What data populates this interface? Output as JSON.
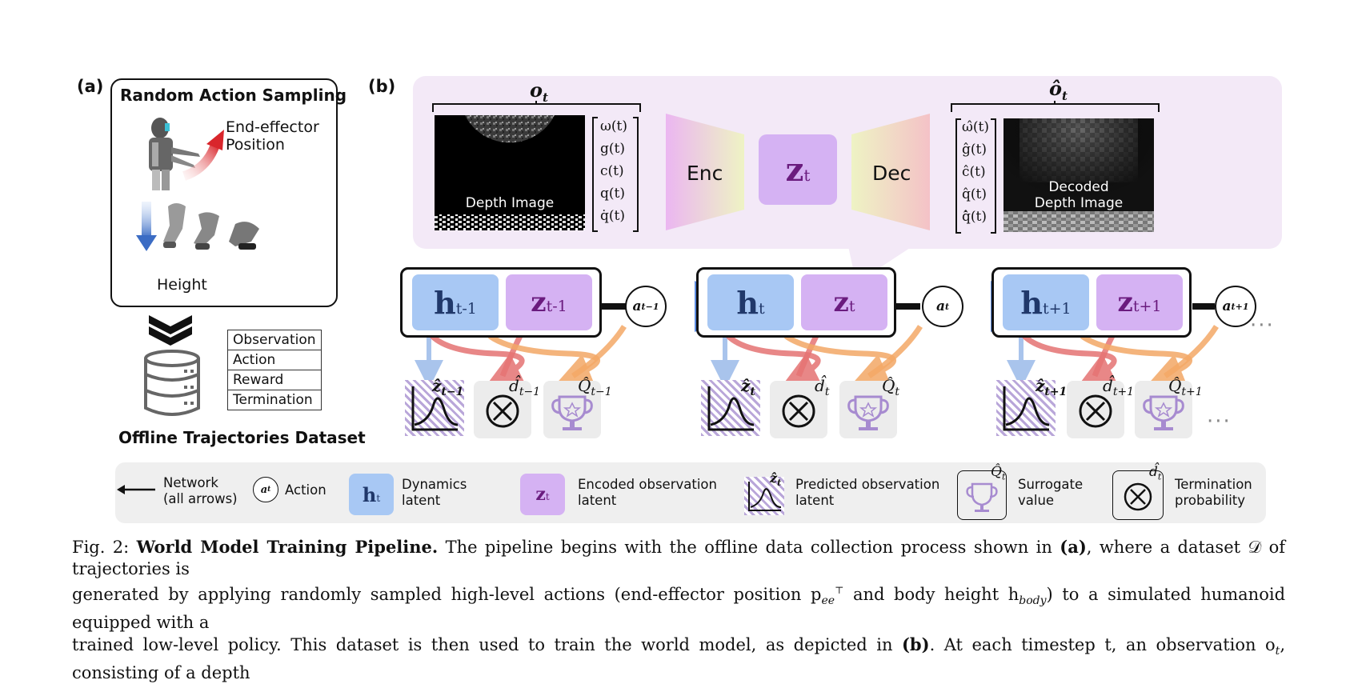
{
  "panel_a": {
    "label": "(a)",
    "title": "Random Action Sampling",
    "end_effector_label": [
      "End-effector",
      "Position"
    ],
    "height_label": "Height",
    "dataset_fields": [
      "Observation",
      "Action",
      "Reward",
      "Termination"
    ],
    "dataset_caption": "Offline Trajectories Dataset"
  },
  "panel_b": {
    "label": "(b)",
    "obs_symbol": "o",
    "obs_sub": "t",
    "obs_hat_symbol": "ô",
    "depth_image_label": "Depth Image",
    "decoded_label": [
      "Decoded",
      "Depth Image"
    ],
    "obs_vector": [
      "ω(t)",
      "g(t)",
      "c(t)",
      "q(t)",
      "q̇(t)"
    ],
    "obs_hat_vector": [
      "ω̂(t)",
      "ĝ(t)",
      "ĉ(t)",
      "q̂(t)",
      "q̂̇(t)"
    ],
    "enc_label": "Enc",
    "dec_label": "Dec",
    "zt_main": "z",
    "zt_sub": "t",
    "timesteps": [
      {
        "h": "h",
        "h_sub": "t-1",
        "z": "z",
        "z_sub": "t-1",
        "a": "a",
        "a_sub": "t−1",
        "zhat": "ẑ",
        "zhat_sub": "t−1",
        "d": "d̂",
        "d_sub": "t−1",
        "q": "Q̂",
        "q_sub": "t−1"
      },
      {
        "h": "h",
        "h_sub": "t",
        "z": "z",
        "z_sub": "t",
        "a": "a",
        "a_sub": "t",
        "zhat": "ẑ",
        "zhat_sub": "t",
        "d": "d̂",
        "d_sub": "t",
        "q": "Q̂",
        "q_sub": "t"
      },
      {
        "h": "h",
        "h_sub": "t+1",
        "z": "z",
        "z_sub": "t+1",
        "a": "a",
        "a_sub": "t+1",
        "zhat": "ẑ",
        "zhat_sub": "t+1",
        "d": "d̂",
        "d_sub": "t+1",
        "q": "Q̂",
        "q_sub": "t+1"
      }
    ],
    "ellipsis": "···"
  },
  "legend": {
    "network": [
      "Network",
      "(all arrows)"
    ],
    "action": "Action",
    "action_symbol": "a",
    "action_sub": "t",
    "dynamics": [
      "Dynamics",
      "latent"
    ],
    "h_symbol": "h",
    "h_sub": "t",
    "encoded": [
      "Encoded observation",
      "latent"
    ],
    "z_symbol": "z",
    "z_sub": "t",
    "predicted": [
      "Predicted observation",
      "latent"
    ],
    "zhat_symbol": "ẑ",
    "zhat_sub": "t",
    "surrogate": [
      "Surrogate",
      "value"
    ],
    "q_symbol": "Q̂",
    "q_sub": "t",
    "termination": [
      "Termination",
      "probability"
    ],
    "d_symbol": "d̂",
    "d_sub": "t"
  },
  "caption": {
    "fig": "Fig. 2:",
    "title": "World Model Training Pipeline.",
    "line1_a": "The pipeline begins with the offline data collection process shown in",
    "ref_a": "(a)",
    "line1_b": ", where a dataset 𝒟 of trajectories is",
    "line2": "generated by applying randomly sampled high-level actions (end-effector position p",
    "line2_sub": "ee",
    "line2_sup": "⊤",
    "line2_b": " and body height h",
    "line2_b_sub": "body",
    "line2_c": ") to a simulated humanoid equipped with a",
    "line3_a": "trained low-level policy. This dataset is then used to train the world model, as depicted in",
    "ref_b": "(b)",
    "line3_b": ". At each timestep t, an observation o",
    "line3_b_sub": "t",
    "line3_c": ", consisting of a depth"
  },
  "colors": {
    "dynamics": "#a8c8f4",
    "encoded": "#d5b2f3",
    "panel_bg": "#f3e9f7",
    "arrow_blue": "#3b6cc4",
    "arrow_red": "#e57373",
    "arrow_orange": "#f3a866"
  }
}
